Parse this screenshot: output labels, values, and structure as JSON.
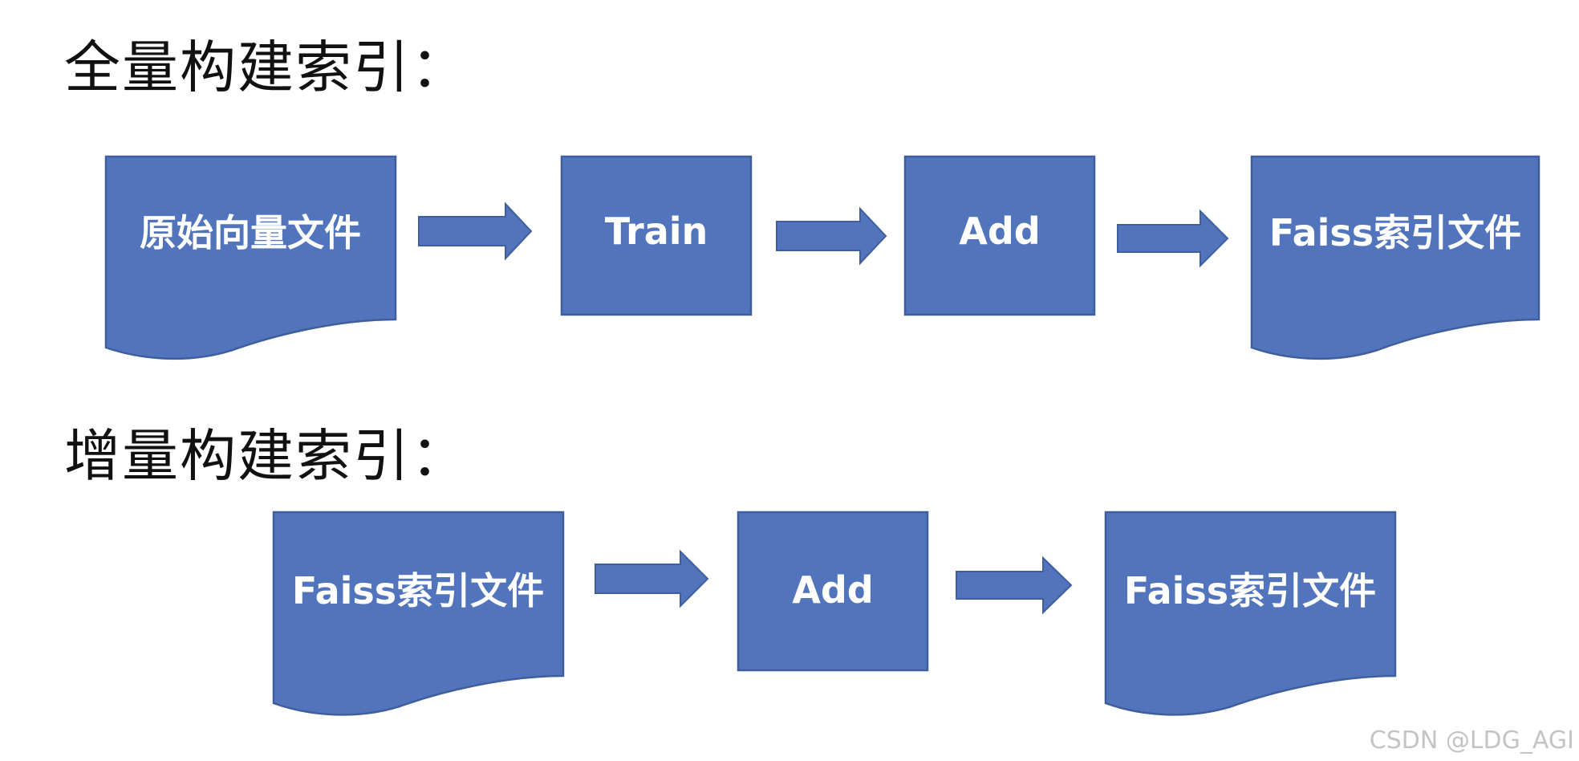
{
  "sections": [
    {
      "title": "全量构建索引：",
      "nodes": [
        {
          "label": "原始向量文件",
          "shape": "document"
        },
        {
          "label": "Train",
          "shape": "process"
        },
        {
          "label": "Add",
          "shape": "process"
        },
        {
          "label": "Faiss索引文件",
          "shape": "document"
        }
      ]
    },
    {
      "title": "增量构建索引：",
      "nodes": [
        {
          "label": "Faiss索引文件",
          "shape": "document"
        },
        {
          "label": "Add",
          "shape": "process"
        },
        {
          "label": "Faiss索引文件",
          "shape": "document"
        }
      ]
    }
  ],
  "colors": {
    "node_fill": "#5174bc",
    "node_stroke": "#3f5e9e",
    "node_text": "#ffffff",
    "title_text": "#111111",
    "watermark_text": "#c4c4c4"
  },
  "watermark": "CSDN @LDG_AGI"
}
